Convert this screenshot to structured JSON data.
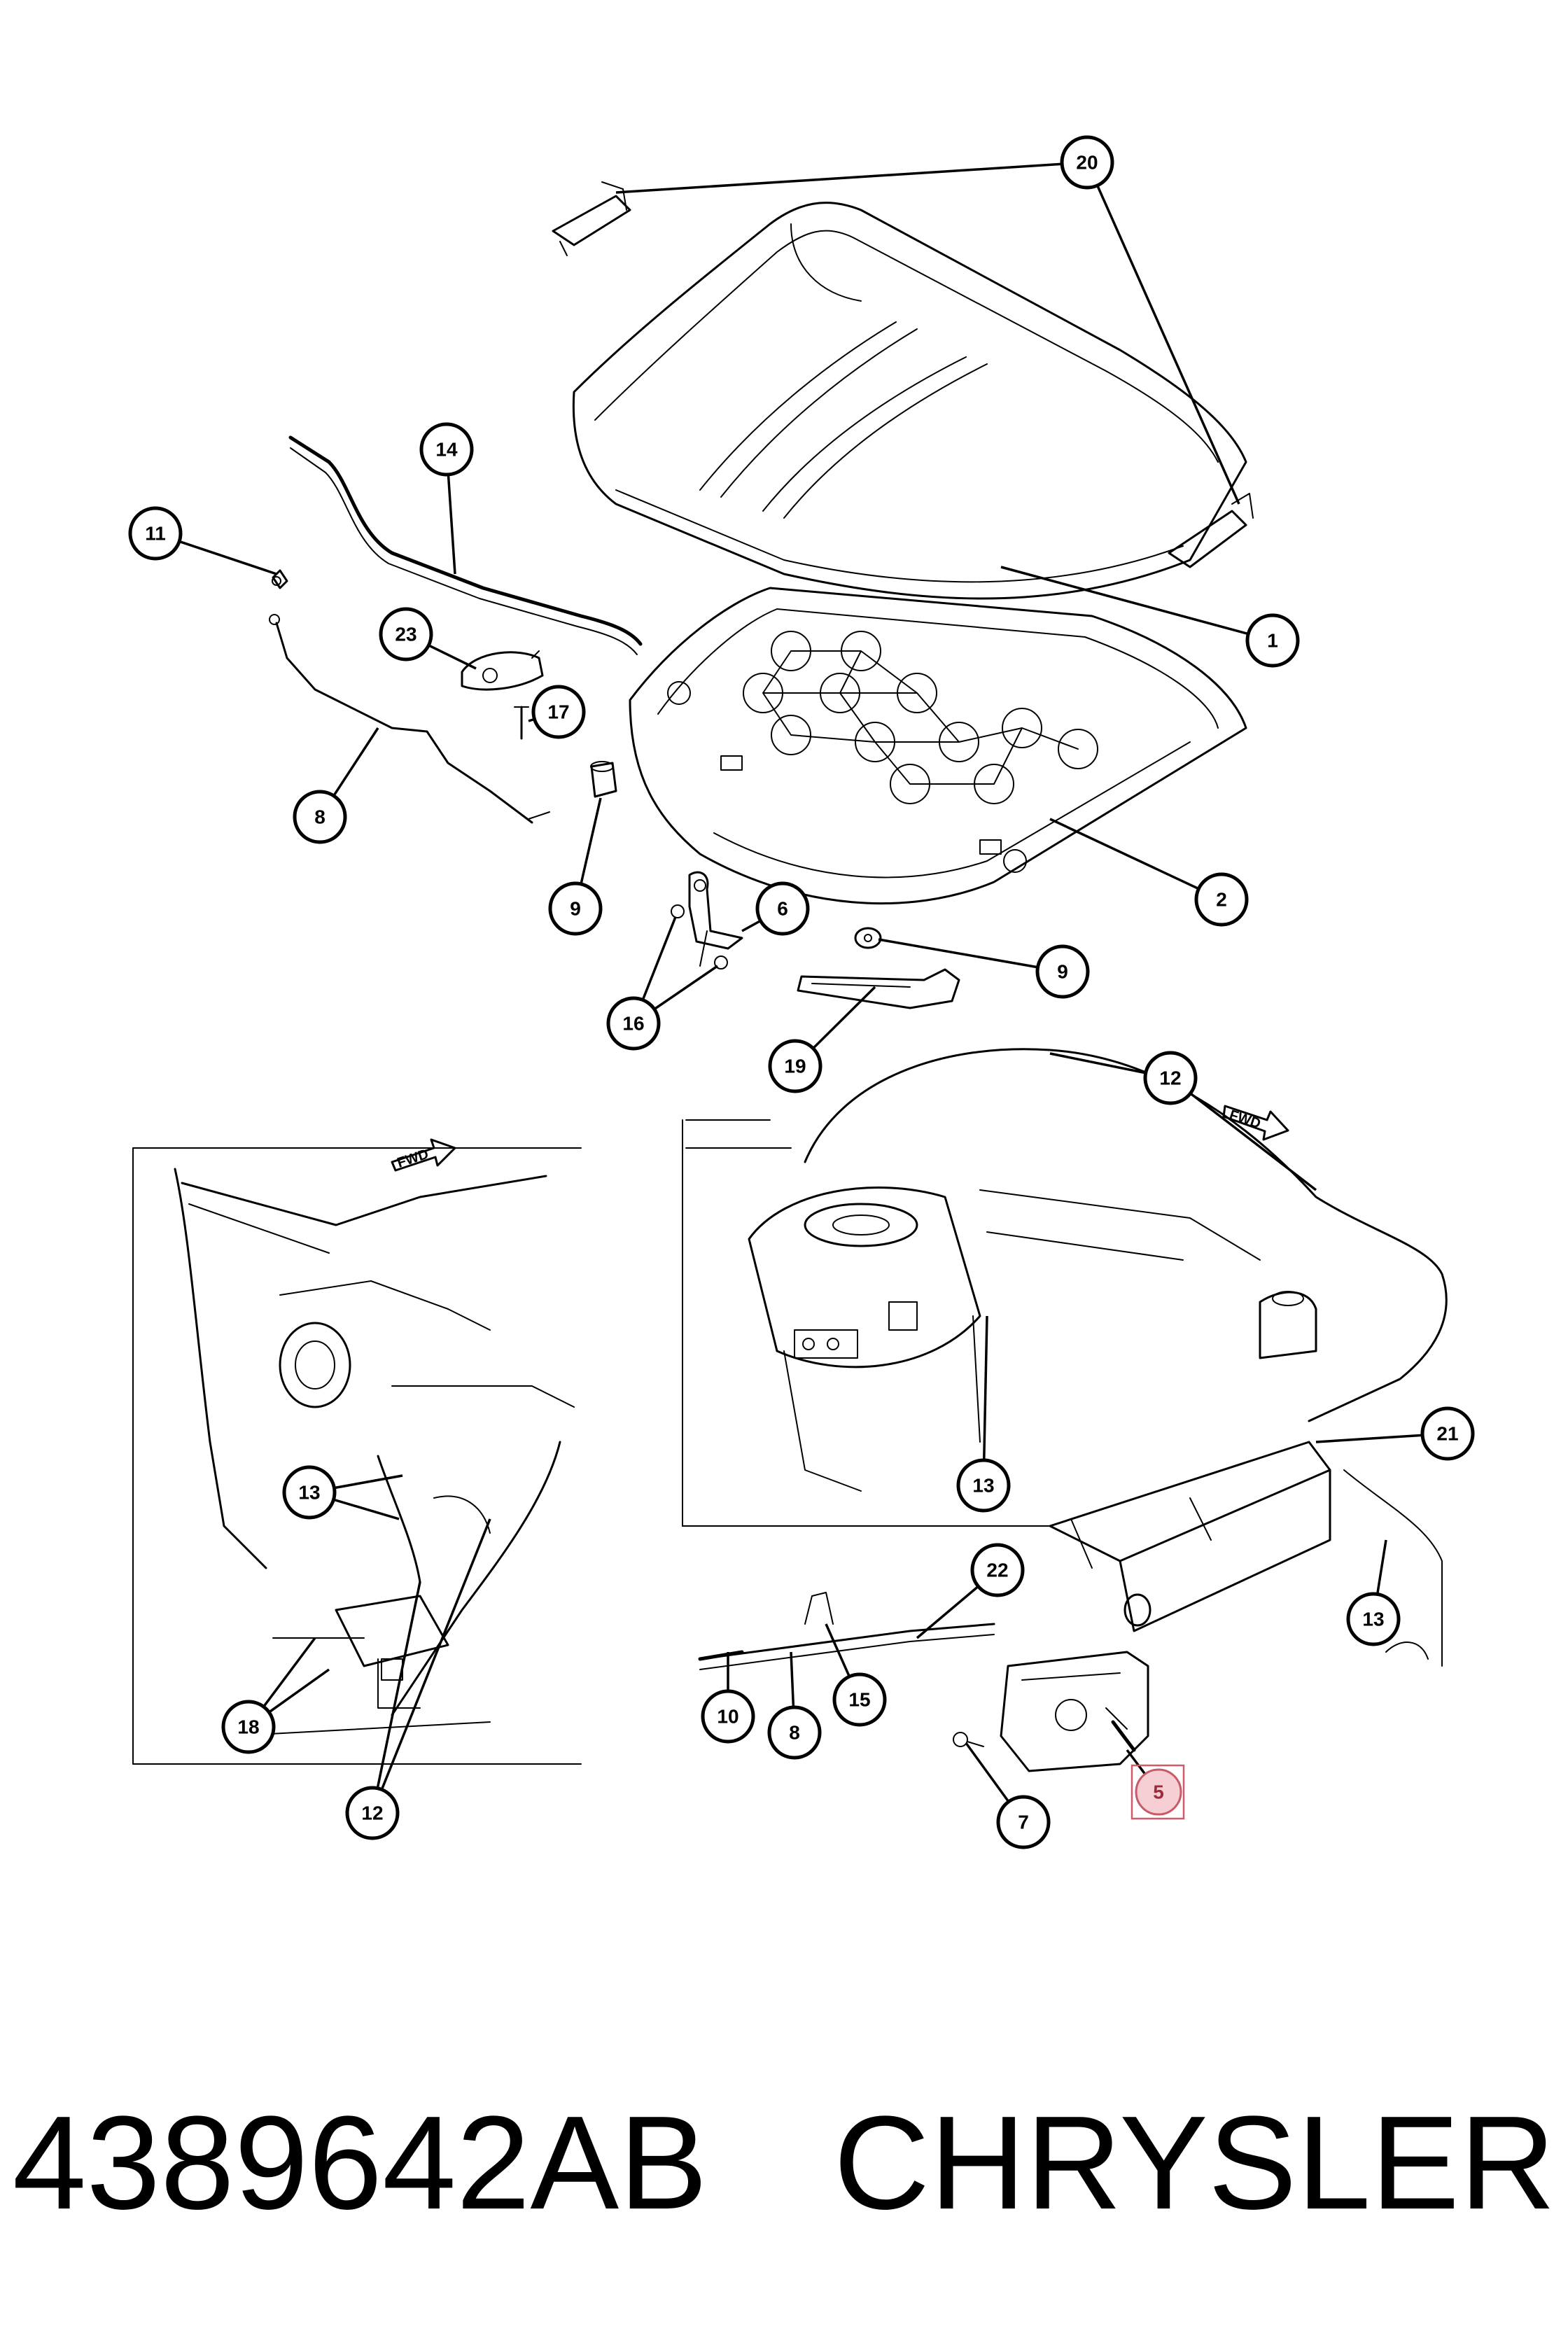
{
  "callouts": [
    {
      "id": "c1",
      "label": "1"
    },
    {
      "id": "c2",
      "label": "2"
    },
    {
      "id": "c5",
      "label": "5"
    },
    {
      "id": "c6",
      "label": "6"
    },
    {
      "id": "c7",
      "label": "7"
    },
    {
      "id": "c8a",
      "label": "8"
    },
    {
      "id": "c8b",
      "label": "8"
    },
    {
      "id": "c9a",
      "label": "9"
    },
    {
      "id": "c9b",
      "label": "9"
    },
    {
      "id": "c10",
      "label": "10"
    },
    {
      "id": "c11",
      "label": "11"
    },
    {
      "id": "c12a",
      "label": "12"
    },
    {
      "id": "c12b",
      "label": "12"
    },
    {
      "id": "c13a",
      "label": "13"
    },
    {
      "id": "c13b",
      "label": "13"
    },
    {
      "id": "c13c",
      "label": "13"
    },
    {
      "id": "c14",
      "label": "14"
    },
    {
      "id": "c15",
      "label": "15"
    },
    {
      "id": "c16",
      "label": "16"
    },
    {
      "id": "c17",
      "label": "17"
    },
    {
      "id": "c18",
      "label": "18"
    },
    {
      "id": "c19",
      "label": "19"
    },
    {
      "id": "c20",
      "label": "20"
    },
    {
      "id": "c21",
      "label": "21"
    },
    {
      "id": "c22",
      "label": "22"
    },
    {
      "id": "c23",
      "label": "23"
    }
  ],
  "highlighted_callout": "5",
  "fwd_labels": {
    "left": "FWD",
    "right": "FWD"
  },
  "caption": {
    "part_number": "4389642AB",
    "brand": "CHRYSLER"
  }
}
